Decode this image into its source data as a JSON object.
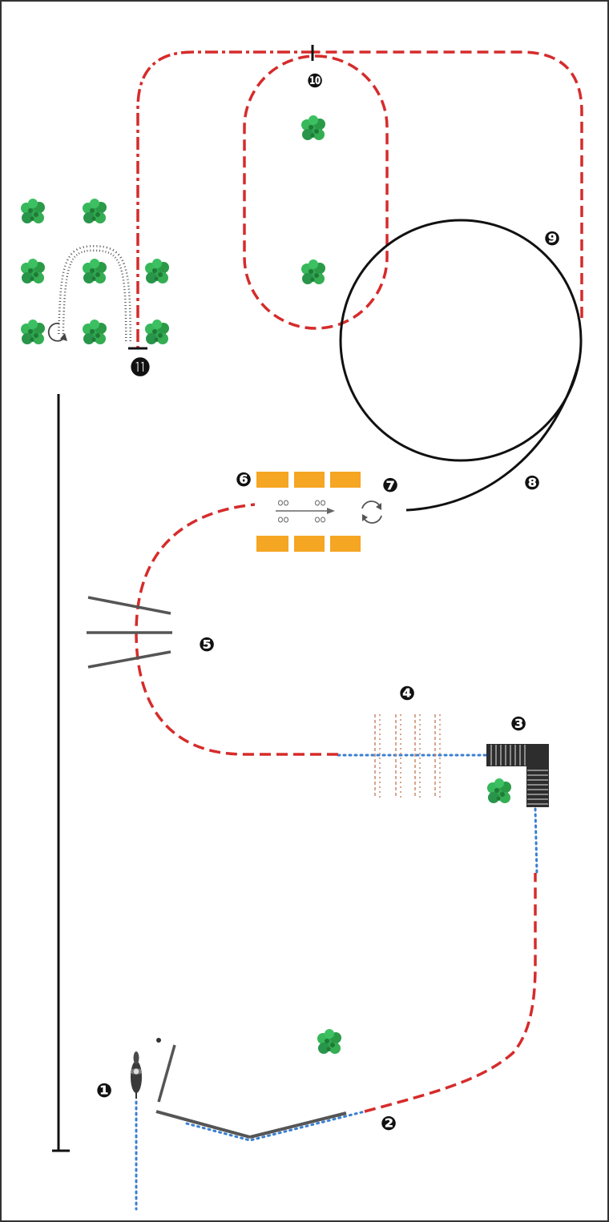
{
  "markers": [
    {
      "id": "1",
      "glyph": "❶"
    },
    {
      "id": "2",
      "glyph": "❷"
    },
    {
      "id": "3",
      "glyph": "❸"
    },
    {
      "id": "4",
      "glyph": "❹"
    },
    {
      "id": "5",
      "glyph": "❺"
    },
    {
      "id": "6",
      "glyph": "❻"
    },
    {
      "id": "7",
      "glyph": "❼"
    },
    {
      "id": "8",
      "glyph": "❽"
    },
    {
      "id": "9",
      "glyph": "❾"
    },
    {
      "id": "10",
      "glyph": "❿"
    },
    {
      "id": "11",
      "glyph": "⓫"
    }
  ],
  "colors": {
    "route_red": "#d62b2b",
    "route_blue": "#3a7fd1",
    "line_black": "#111111",
    "pole_gray": "#555555",
    "barrel_orange": "#f5a623",
    "bush_green": "#2fa84f",
    "bush_dark": "#1f7a37",
    "poles_brown": "#c9896a",
    "border": "#333333"
  }
}
